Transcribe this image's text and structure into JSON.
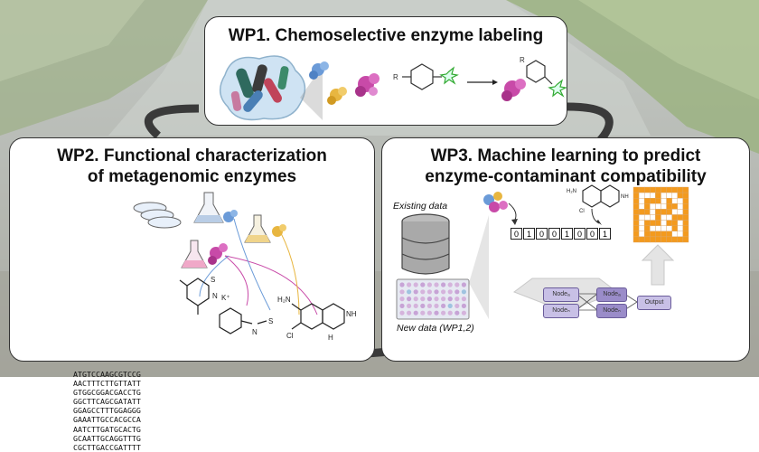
{
  "wp1": {
    "title": "WP1. Chemoselective enzyme labeling",
    "chem_r1_left": "R",
    "chem_r1_right": "R"
  },
  "wp2": {
    "title_line1": "WP2. Functional characterization",
    "title_line2": "of metagenomic enzymes",
    "dna_sequences": [
      "ATGTCCAAGCGTCCG",
      "AACTTTCTTGTTATT",
      "GTGGCGGACGACCTG",
      "GGCTTCAGCGATATT",
      "GGAGCCTTTGGAGGG",
      "GAAATTGCCACGCCA",
      "AATCTTGATGCACTG",
      "GCAATTGCAGGTTTG",
      "CGCTTGACCGATTTT"
    ],
    "counter_ion": "K⁺"
  },
  "wp3": {
    "title_line1": "WP3. Machine learning to predict",
    "title_line2": "enzyme-contaminant compatibility",
    "existing_data_label": "Existing data",
    "new_data_label": "New data (WP1,2)",
    "bit_vector": [
      "0",
      "1",
      "0",
      "0",
      "1",
      "0",
      "0",
      "1"
    ],
    "nodes": [
      "Nodeₐ",
      "Nodeₙ",
      "Nodeₐ",
      "Nodeₙ"
    ],
    "output_label": "Output"
  },
  "colors": {
    "orange_grid": "#f39a1e",
    "node_light": "#c8c0e6",
    "node_dark": "#9a8cc9",
    "enzyme_blue": "#6b9bd8",
    "enzyme_yellow": "#e8b640",
    "enzyme_magenta": "#c84aa8"
  }
}
